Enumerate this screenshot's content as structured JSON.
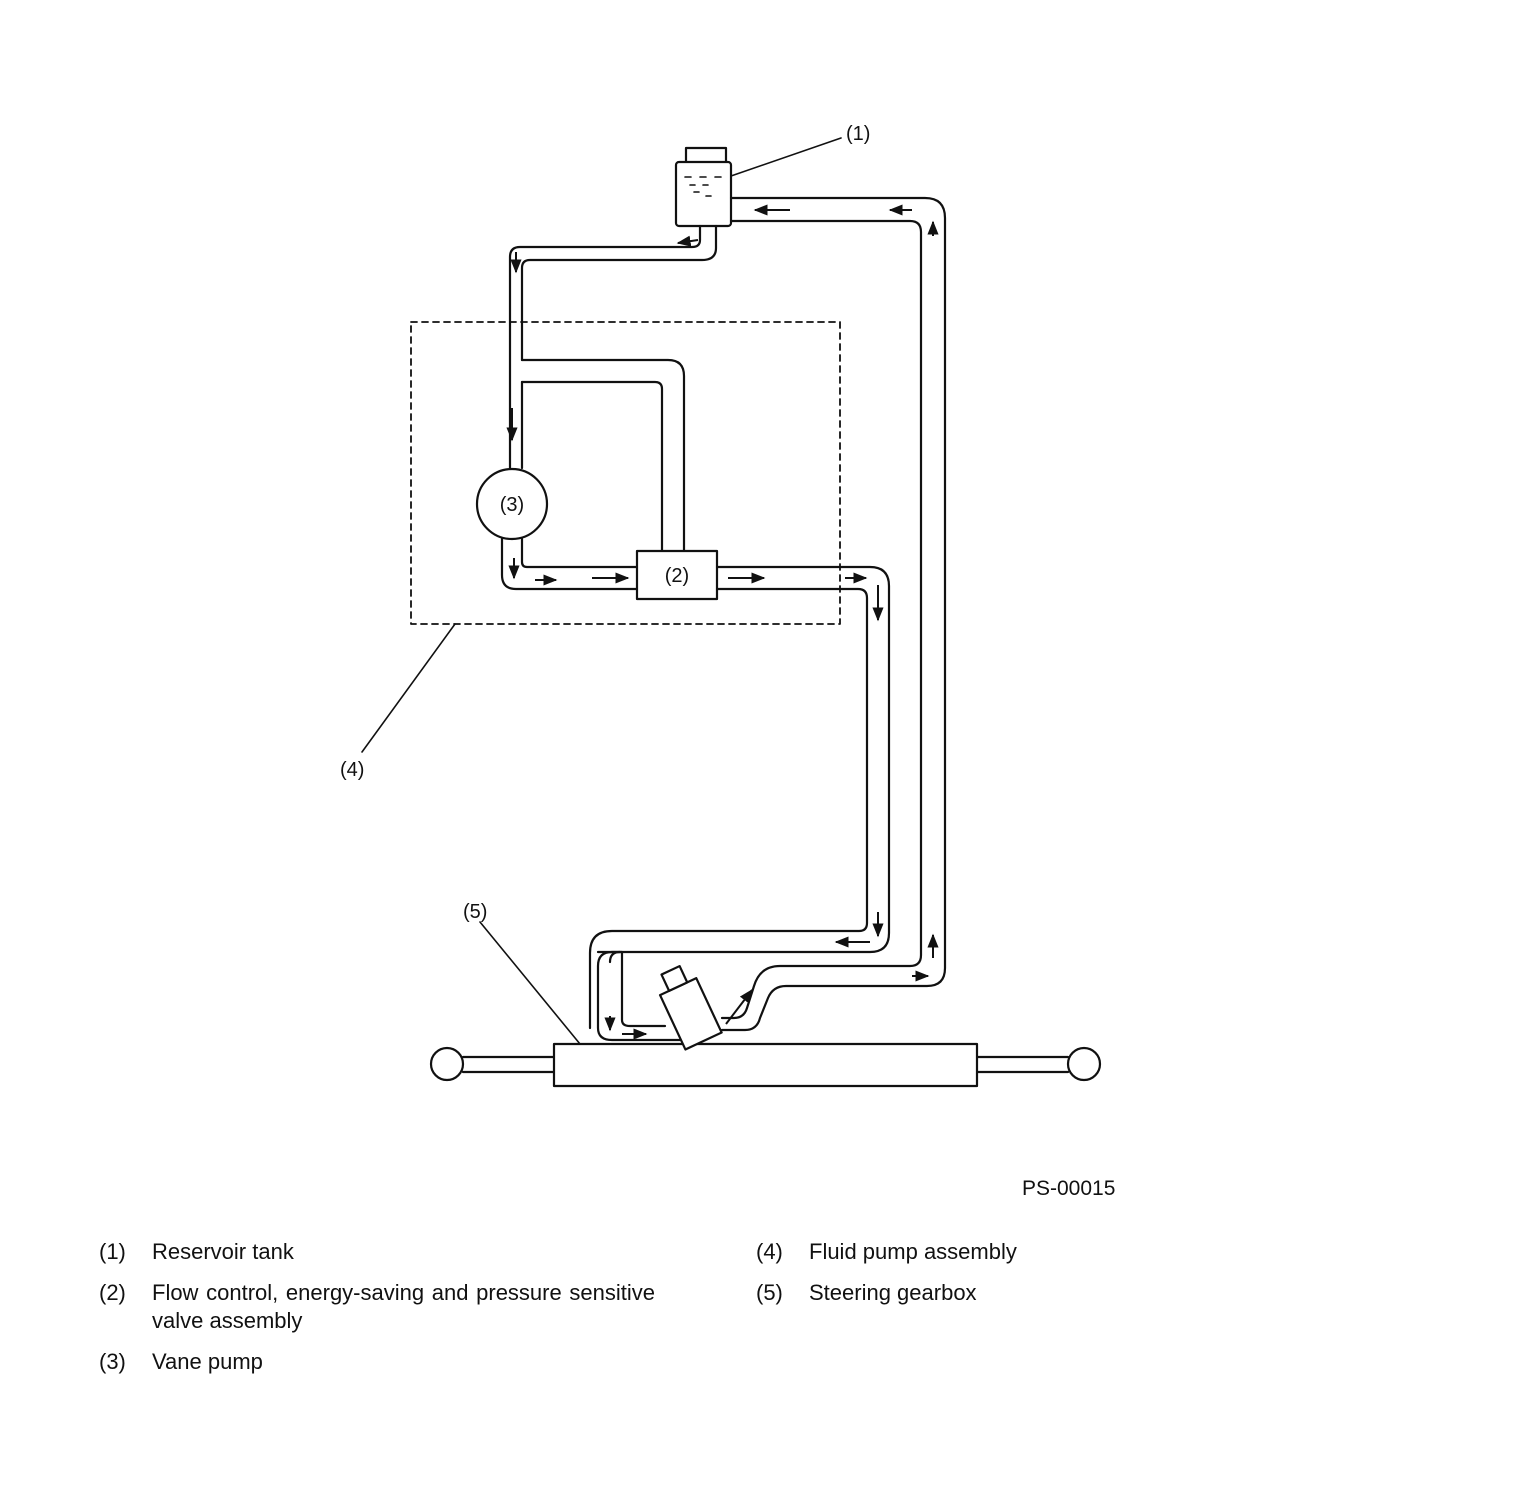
{
  "callouts": {
    "reservoir": "(1)",
    "valve": "(2)",
    "pump": "(3)",
    "pump_assembly": "(4)",
    "gearbox": "(5)"
  },
  "figure_id": "PS-00015",
  "legend": [
    {
      "num": "(1)",
      "text": "Reservoir tank"
    },
    {
      "num": "(2)",
      "text": "Flow control, energy-saving and pressure sensitive valve assembly"
    },
    {
      "num": "(3)",
      "text": "Vane pump"
    },
    {
      "num": "(4)",
      "text": "Fluid pump assembly"
    },
    {
      "num": "(5)",
      "text": "Steering gearbox"
    }
  ]
}
